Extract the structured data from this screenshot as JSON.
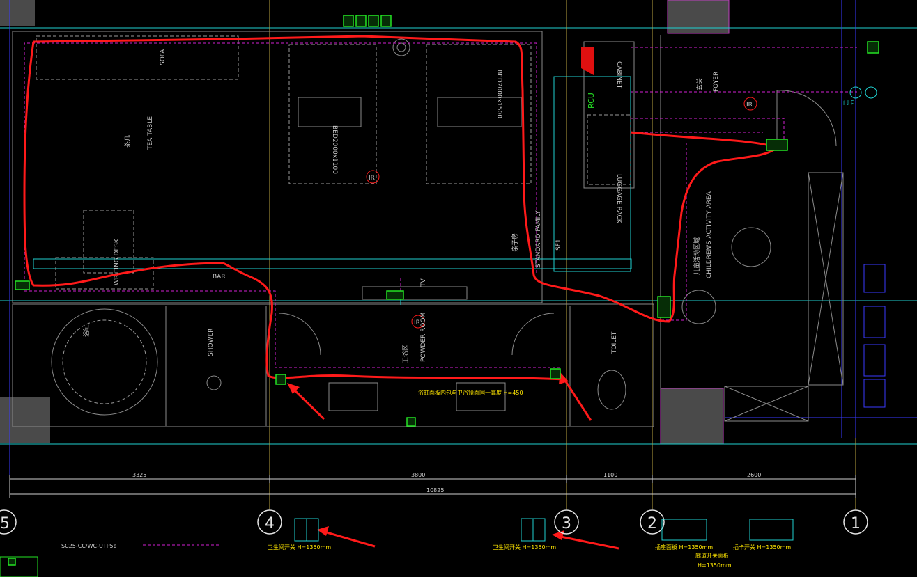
{
  "rooms": {
    "sofa": "SOFA",
    "tea_table_cn": "茶几",
    "tea_table": "TEA TABLE",
    "bed_left": "BED2000x1100",
    "bed_right": "BED2000x1500",
    "writing_desk": "WRITING DESK",
    "bar": "BAR",
    "standard_family": "STANDARD FAMILY",
    "family_cn": "亲子房",
    "sf1": "SF1",
    "tv": "TV",
    "foyer_cn": "玄关",
    "foyer": "FOYER",
    "childrens_cn": "儿童活动区域",
    "childrens": "CHILDREN'S ACTIVITY AREA",
    "luggage_rack": "LUGGAGE RACK",
    "cabinet": "CABINET",
    "shower": "SHOWER",
    "powder_cn": "卫浴区",
    "powder_room": "POWDER ROOM",
    "toilet": "TOILET",
    "bathtub_cn": "浴缸",
    "door_cn": "门卡",
    "rcu": "RCU"
  },
  "sensor_label": "IR",
  "dimensions": {
    "d1": "3325",
    "d2": "3800",
    "d3": "1100",
    "d4": "2600",
    "total": "10825"
  },
  "axes": [
    "5",
    "4",
    "3",
    "2",
    "1"
  ],
  "notes": {
    "switch_left": "卫生间开关 H=1350mm",
    "switch_mid": "卫生间开关 H=1350mm",
    "switch_r1": "插座面板 H=1350mm",
    "switch_r2": "插卡开关 H=1350mm",
    "bottom_r": "廊道开关面板",
    "bottom_r2": "H=1350mm",
    "yellow_note": "浴缸面板内包与卫浴镜面同一高度 H=450",
    "cable": "SC25-CC/WC-UTP5e"
  },
  "colors": {
    "highlight": "#ff1a1a",
    "device": "#24e324",
    "cable": "#d21fd2",
    "fixture": "#1fd1d1"
  }
}
